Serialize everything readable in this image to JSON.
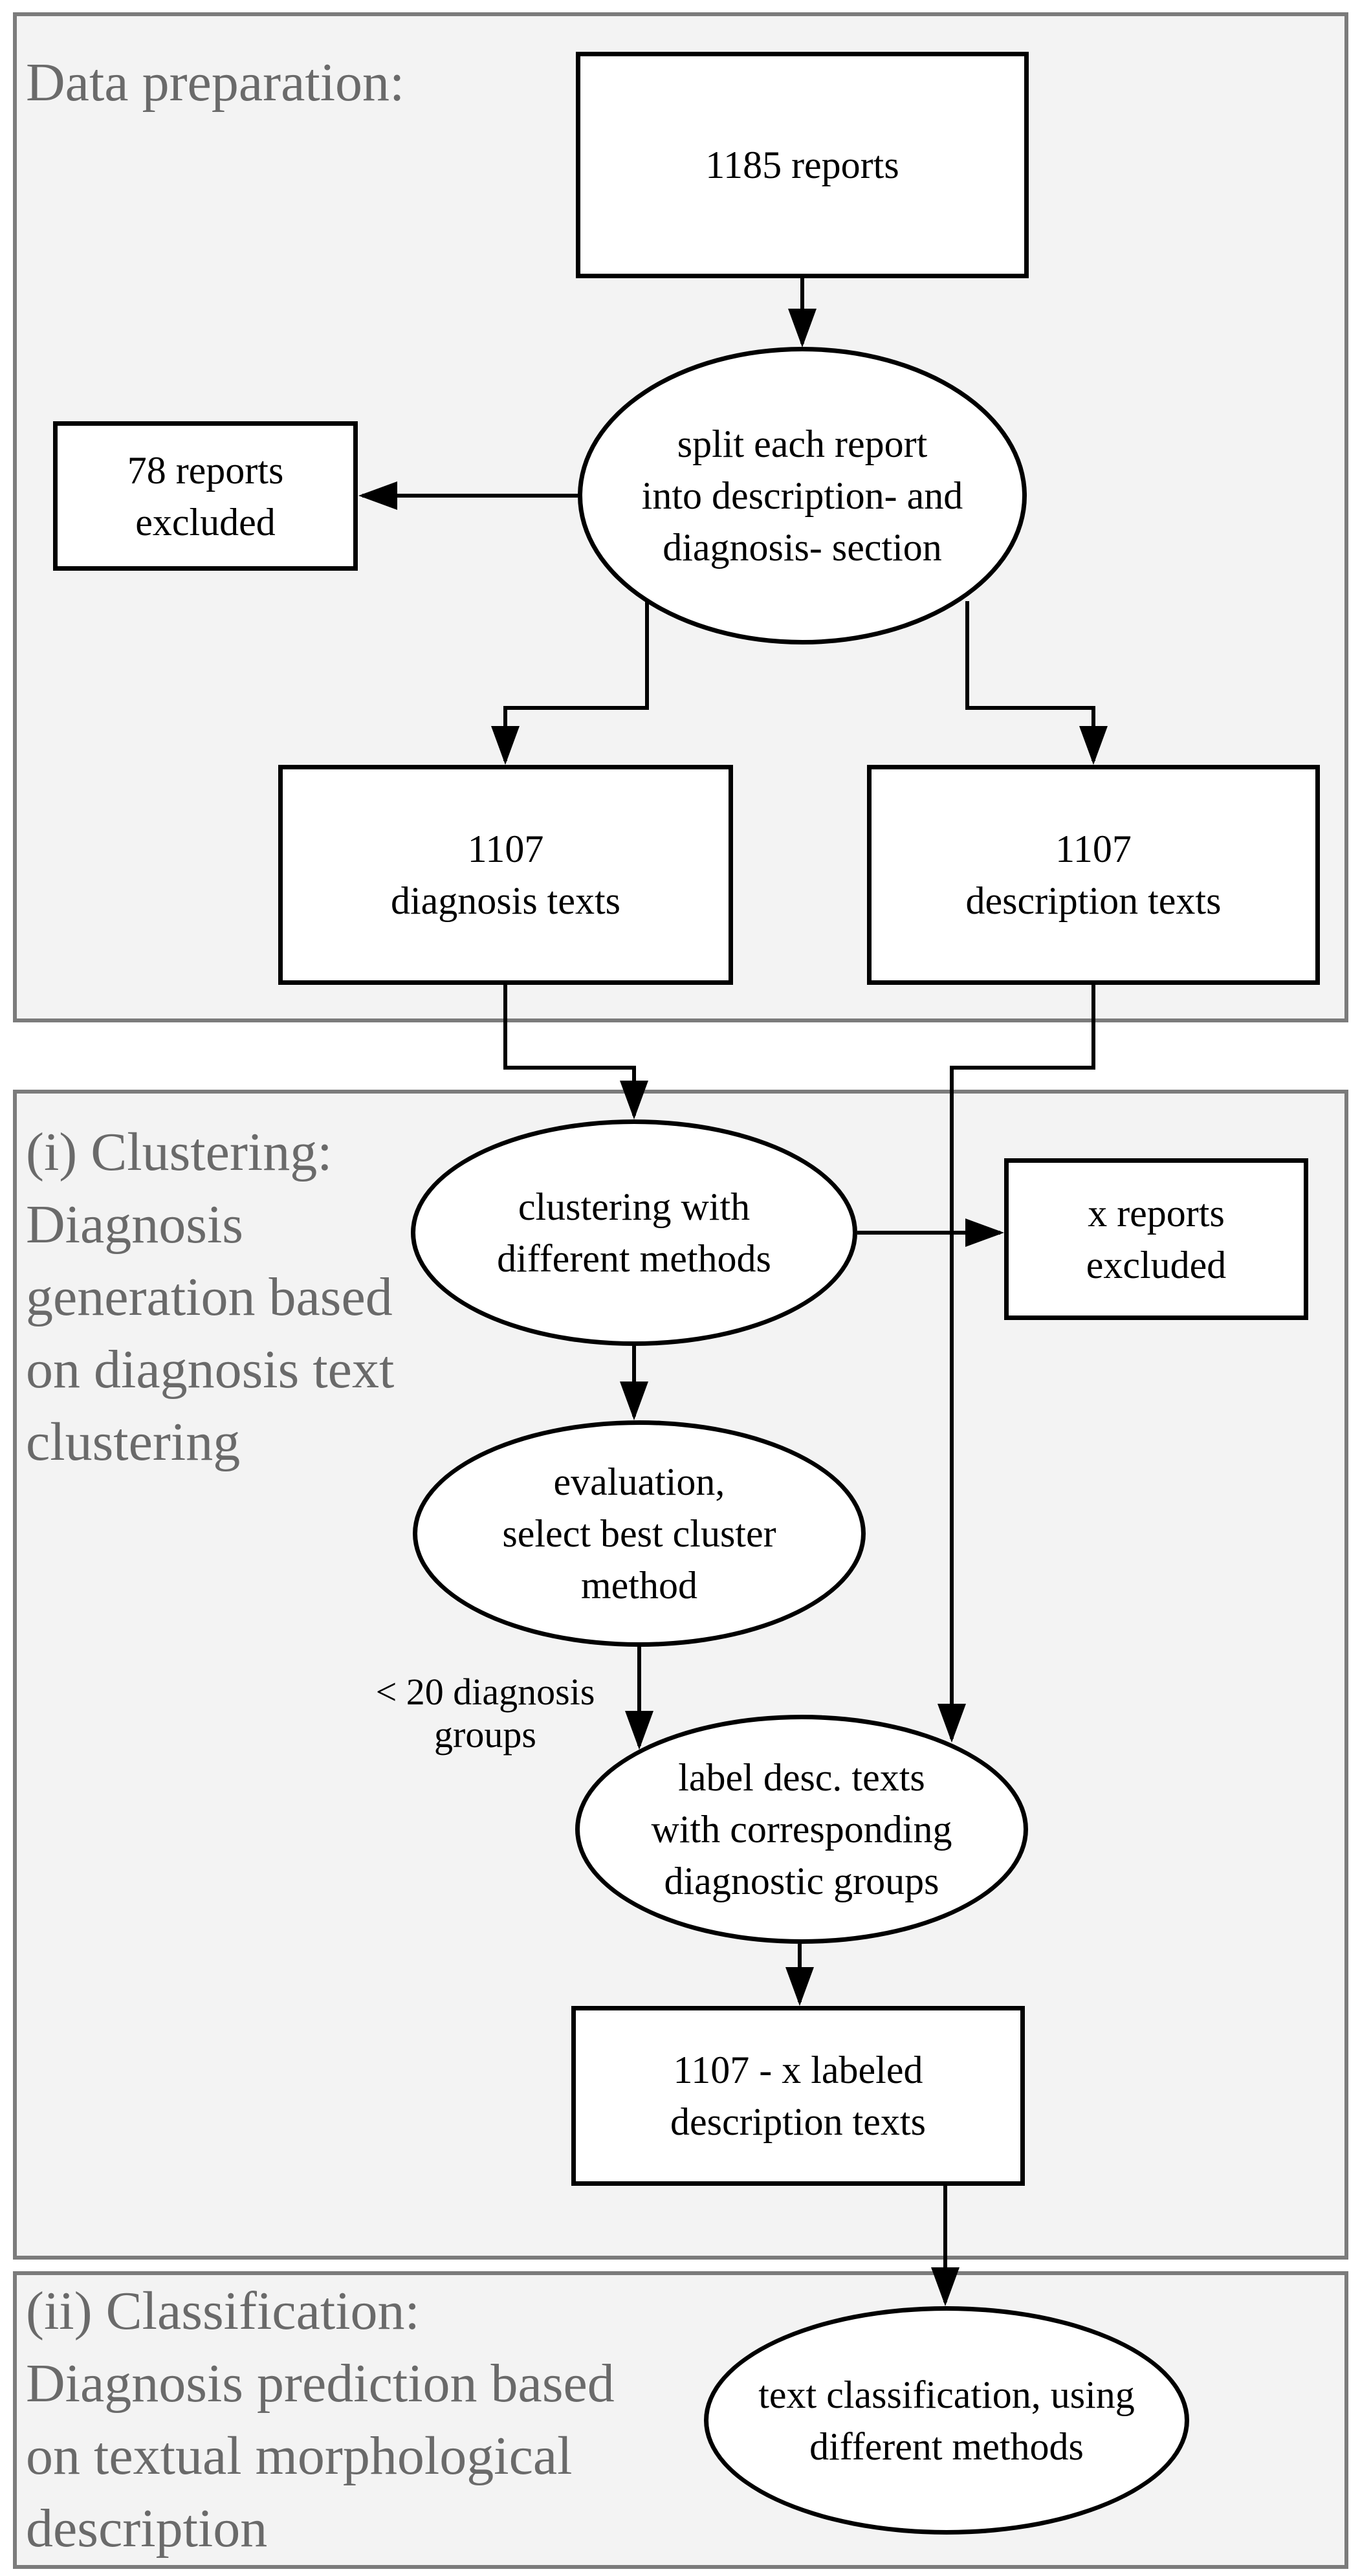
{
  "figure": {
    "type": "flowchart",
    "sections": {
      "prep": {
        "title": "Data preparation:"
      },
      "clustering": {
        "title": "(i) Clustering:\nDiagnosis\ngeneration based\non diagnosis text\nclustering"
      },
      "classification": {
        "title": "(ii) Classification:\nDiagnosis prediction based\non textual morphological\ndescription"
      }
    },
    "nodes": {
      "reports1185": {
        "shape": "rect",
        "label": "1185 reports"
      },
      "split": {
        "shape": "ellipse",
        "label": "split each report\ninto description- and\ndiagnosis- section"
      },
      "excluded78": {
        "shape": "rect",
        "label": "78 reports\nexcluded"
      },
      "diagnosisTexts": {
        "shape": "rect",
        "label": "1107\ndiagnosis texts"
      },
      "descriptionTexts": {
        "shape": "rect",
        "label": "1107\ndescription texts"
      },
      "clusteringMethods": {
        "shape": "ellipse",
        "label": "clustering with\ndifferent methods"
      },
      "xExcluded": {
        "shape": "rect",
        "label": "x reports\nexcluded"
      },
      "evaluation": {
        "shape": "ellipse",
        "label": "evaluation,\nselect best cluster\nmethod"
      },
      "labelDesc": {
        "shape": "ellipse",
        "label": "label desc. texts\nwith corresponding\ndiagnostic groups"
      },
      "labeledTexts": {
        "shape": "rect",
        "label": "1107 - x labeled\ndescription texts"
      },
      "textClassification": {
        "shape": "ellipse",
        "label": "text classification, using\ndifferent methods"
      }
    },
    "edge_labels": {
      "diagnosisGroups": "< 20 diagnosis\ngroups"
    },
    "colors": {
      "page_background": "#ffffff",
      "section_background": "#f3f3f3",
      "section_border": "#7b7b7b",
      "section_title": "#6a6a6a",
      "node_fill": "#ffffff",
      "node_border": "#000000",
      "node_text": "#000000",
      "connector": "#000000"
    }
  }
}
